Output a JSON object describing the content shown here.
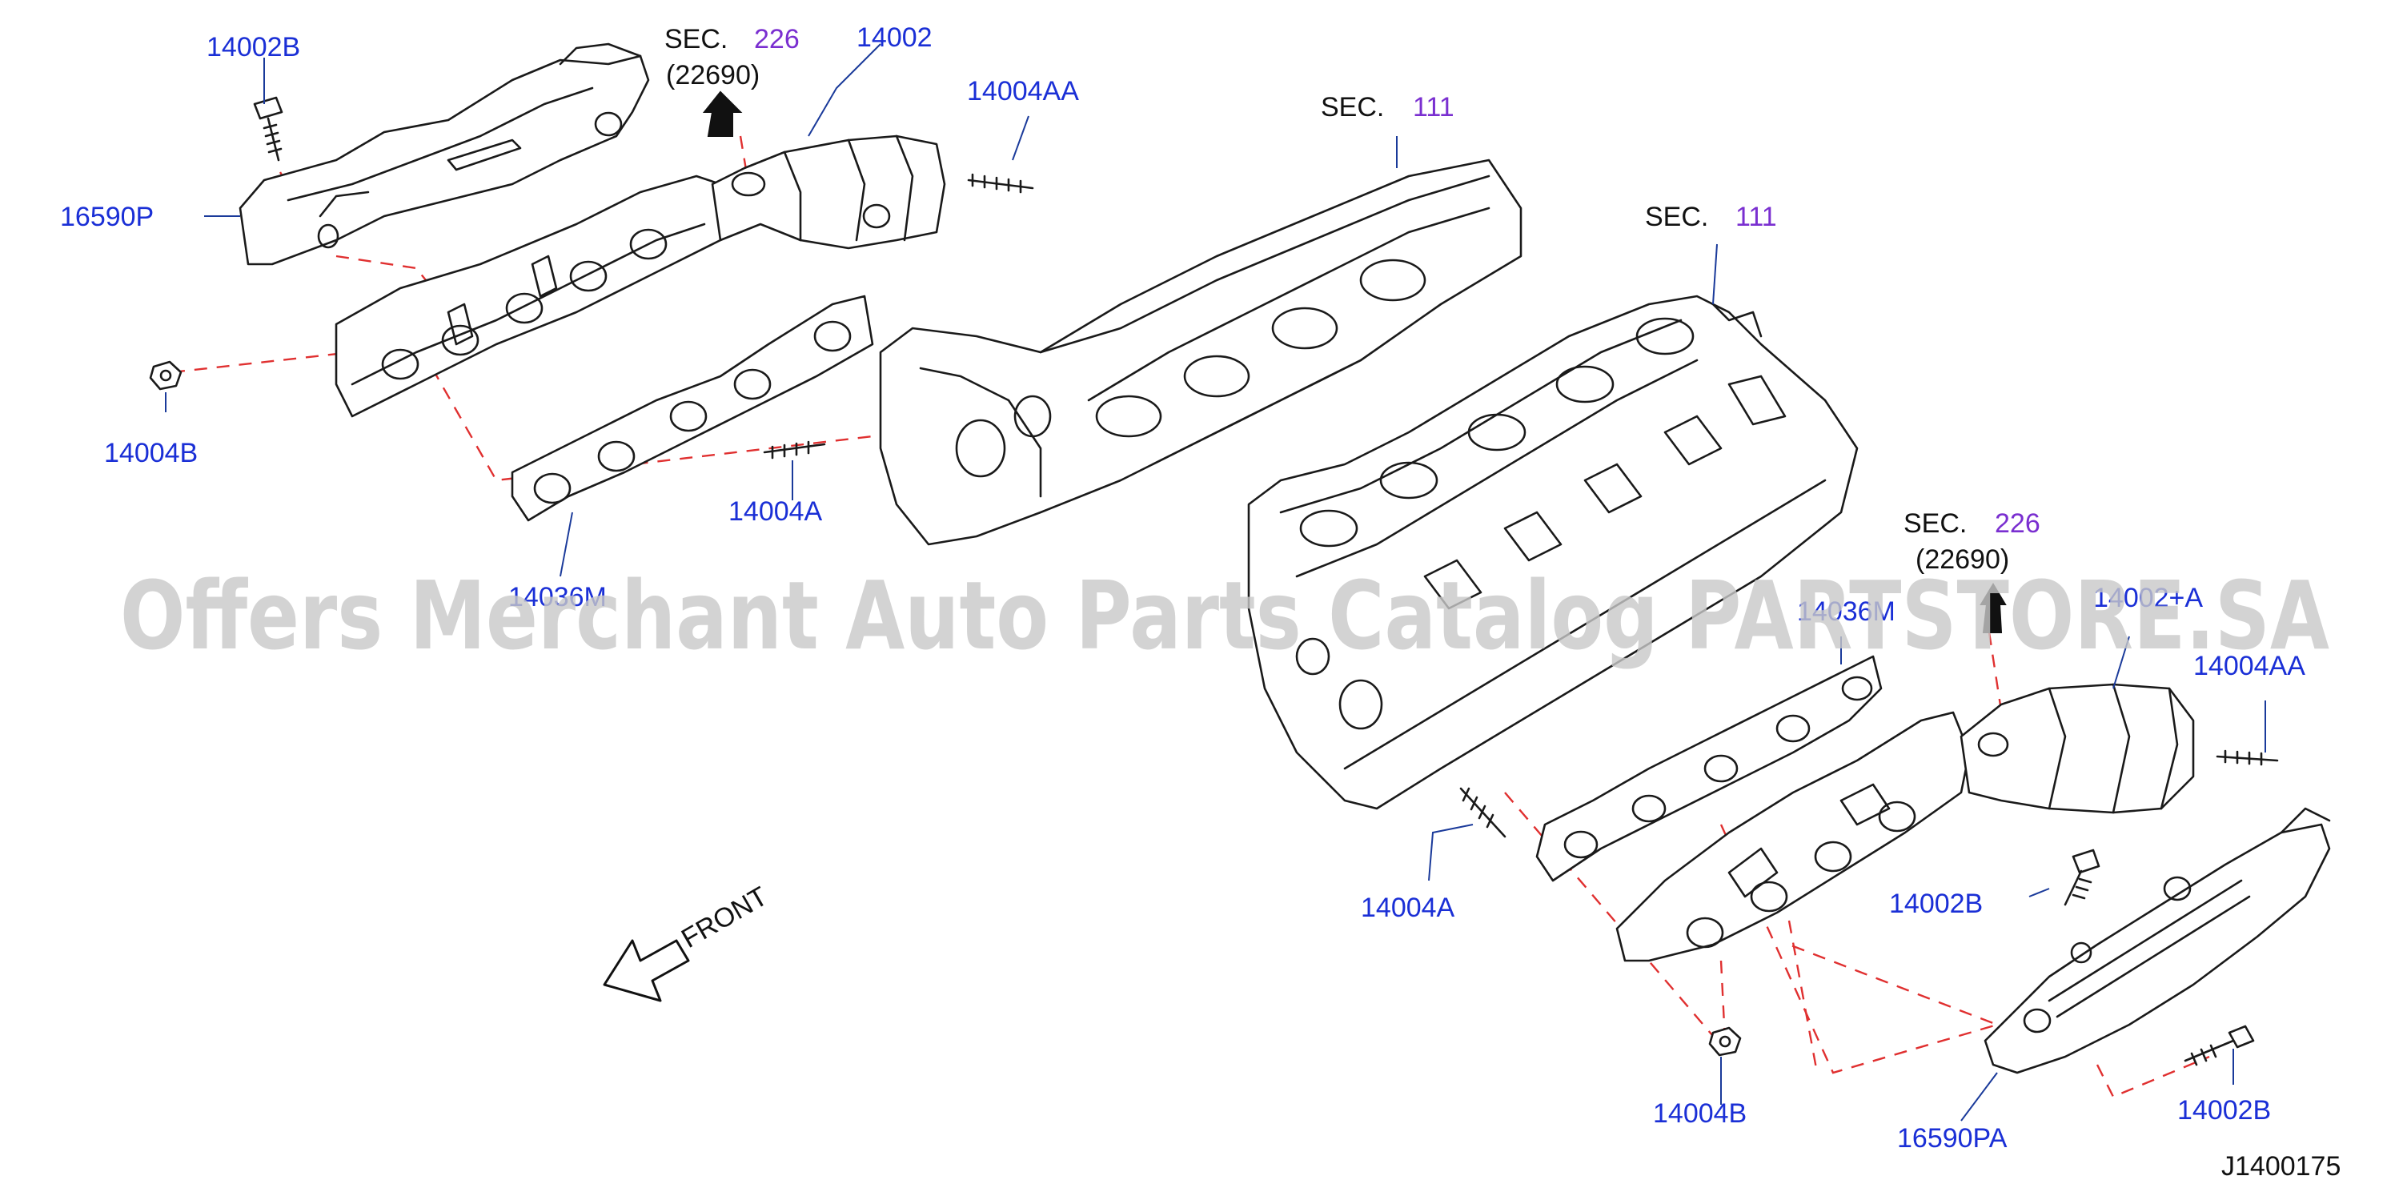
{
  "diagram": {
    "code": "J1400175",
    "front_label": "FRONT",
    "watermark": "Offers Merchant Auto Parts Catalog PARTSTORE.SA",
    "colors": {
      "part_number": "#1a2fd6",
      "section_ref": "#7a2fd0",
      "text": "#111111",
      "leader": "#1a3a9a",
      "dashed_guide": "#e03030"
    },
    "labels": {
      "p14002B_left": "14002B",
      "sec226_left": "SEC.",
      "sec226_left_num": "226",
      "sec226_left_sub": "(22690)",
      "p14002_left": "14002",
      "p14004AA_left": "14004AA",
      "p16590P": "16590P",
      "p14004B_left": "14004B",
      "p14036M_left": "14036M",
      "p14004A_left": "14004A",
      "sec111_top": "SEC.",
      "sec111_top_num": "111",
      "sec111_mid": "SEC.",
      "sec111_mid_num": "111",
      "sec226_right": "SEC.",
      "sec226_right_num": "226",
      "sec226_right_sub": "(22690)",
      "p14036M_right": "14036M",
      "p14002A_right": "14002+A",
      "p14004AA_right": "14004AA",
      "p14004A_right": "14004A",
      "p14002B_right_mid": "14002B",
      "p14004B_right": "14004B",
      "p16590PA": "16590PA",
      "p14002B_right_bot": "14002B"
    }
  }
}
